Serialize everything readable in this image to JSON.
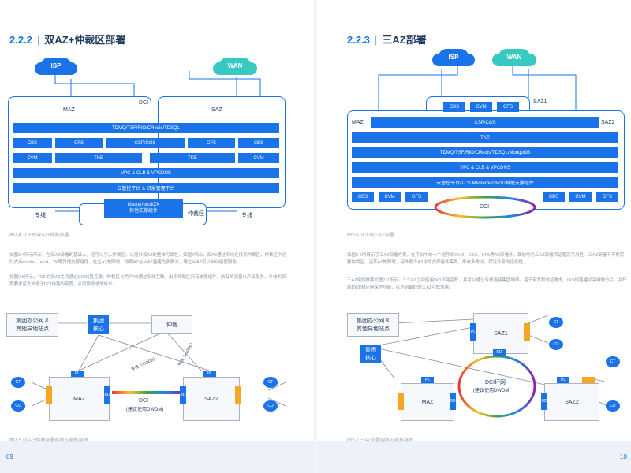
{
  "left": {
    "section_num": "2.2.2",
    "section_title": "双AZ+仲裁区部署",
    "clouds": {
      "isp": "ISP",
      "wan": "WAN"
    },
    "maz": "MAZ",
    "saz": "SAZ",
    "dci": "DCI",
    "rows": {
      "row1": "TDMQ/TSF/RIO/CRedis/TDSQL",
      "row2": [
        "CBS",
        "CFS",
        "CSP/COS",
        "CFS",
        "CBS"
      ],
      "row3": [
        "CVM",
        "TKE",
        "TKE",
        "CVM"
      ],
      "row4": "VPC & CLB & VPCDNS",
      "row5": "云管控平台 & 研发管理平台",
      "arb": "Master/etcd/ZK\n其他支撑组件"
    },
    "zhuanxian_left": "专线",
    "zhuanxian_right": "专线",
    "arb_zone": "仲裁区",
    "caption1": "图2-4 TCE的双AZ+仲裁部署",
    "para1": "如图2-4所示所示，在双AZ部署的基础上，还可以引入仲裁区，以提升双AZ的整体可靠性。如图7所示，双AZ通过专线连接到仲裁区，仲裁区中运行支持master、etcd、ZK等其他支撑组件。在主AZ故障时，仲裁AZ与从AZ量组为多数派，确立从AZ可以自动接管服务。",
    "para2": "如图2-5所示，TCE的双AZ之间通过DCI线路互联。仲裁区与两个AZ通过专线互联，由于仲裁区只有支撑组件，所有的流量以产品服务。专线的带宽要求可大大低于DCI线路的带宽，从而降低总体成本。",
    "diagram": {
      "group_office": "集团办公网 &\n其他异地站点",
      "group_core": "集团\n核心",
      "arbiter": "仲裁",
      "maz": "MAZ",
      "saz2": "SAZ2",
      "dci": "DCI",
      "dci_sub": "(建议使用DWDM)",
      "pl": "PL",
      "bd": "BD",
      "ct": "CT",
      "cu": "CU",
      "link_label1": "专线（>10GE）",
      "link_label2": "专线（>10GE）"
    },
    "caption2": "图2-5 双AZ+仲裁部署网络方案推荐图",
    "page_num": "09"
  },
  "right": {
    "section_num": "2.2.3",
    "section_title": "三AZ部署",
    "clouds": {
      "isp": "ISP",
      "wan": "WAN"
    },
    "maz": "MAZ",
    "saz1": "SAZ1",
    "saz2": "SAZ2",
    "dci": "DCI",
    "top_cells": [
      "CBS",
      "CVM",
      "CFS"
    ],
    "rows": {
      "row1": "CSP/COS",
      "row2": "TKE",
      "row3": "TDMQ/TSF/RIO/CRedis/TDSQL/MongoDB",
      "row4": "VPC & CLB & VPCDNS",
      "row5": "云管控平台/TCS Master/etcd/ZK/其他支撑组件"
    },
    "bottom_left": [
      "CBS",
      "CVM",
      "CFS"
    ],
    "bottom_right": [
      "CBS",
      "CVM",
      "CFS"
    ],
    "caption1": "图2-6 TCE的三AZ部署",
    "para1": "如图2-6所展示了三AZ部署方案。在平台中的一个组件如CVM、CBS、CFS等AZ部署外，其他均为三AZ部署保证着高可用性。三AZ部署下不再需要仲裁区，当某AZ故障时，另外两个AZ中的支撑组件集群，形成多数派，保证业务的连续性。",
    "para2": "三AZ组网推荐如图2-7所示。三个AZ之间使用DCI环路互联，并可以通过专线连接集团网络。基于带宽和时延考虑，DCI线路建议采用微分片，并开启DWDM环网保护功能，以达到最好的三AZ互联效果。",
    "diagram": {
      "group_office": "集团办公网 &\n其他异地站点",
      "group_core": "集团\n核心",
      "saz1": "SAZ1",
      "maz": "MAZ",
      "saz2": "SAZ2",
      "dci": "DCI环网",
      "dci_sub": "(建议使用DWDM)",
      "pl": "PL",
      "bd": "BD",
      "ct": "CT",
      "cu": "CU"
    },
    "caption2": "图2-7 三AZ部署网络方案推荐图",
    "page_num": "10"
  }
}
